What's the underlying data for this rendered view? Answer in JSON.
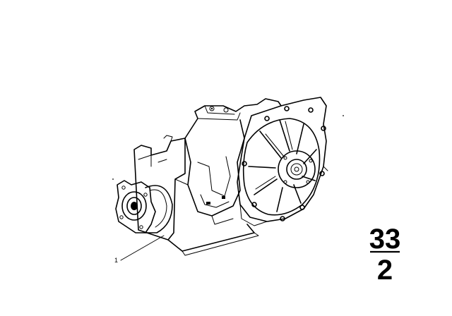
{
  "callouts": [
    {
      "label": "1",
      "part": "differential"
    }
  ],
  "group_number": {
    "top": "33",
    "bottom": "2"
  }
}
